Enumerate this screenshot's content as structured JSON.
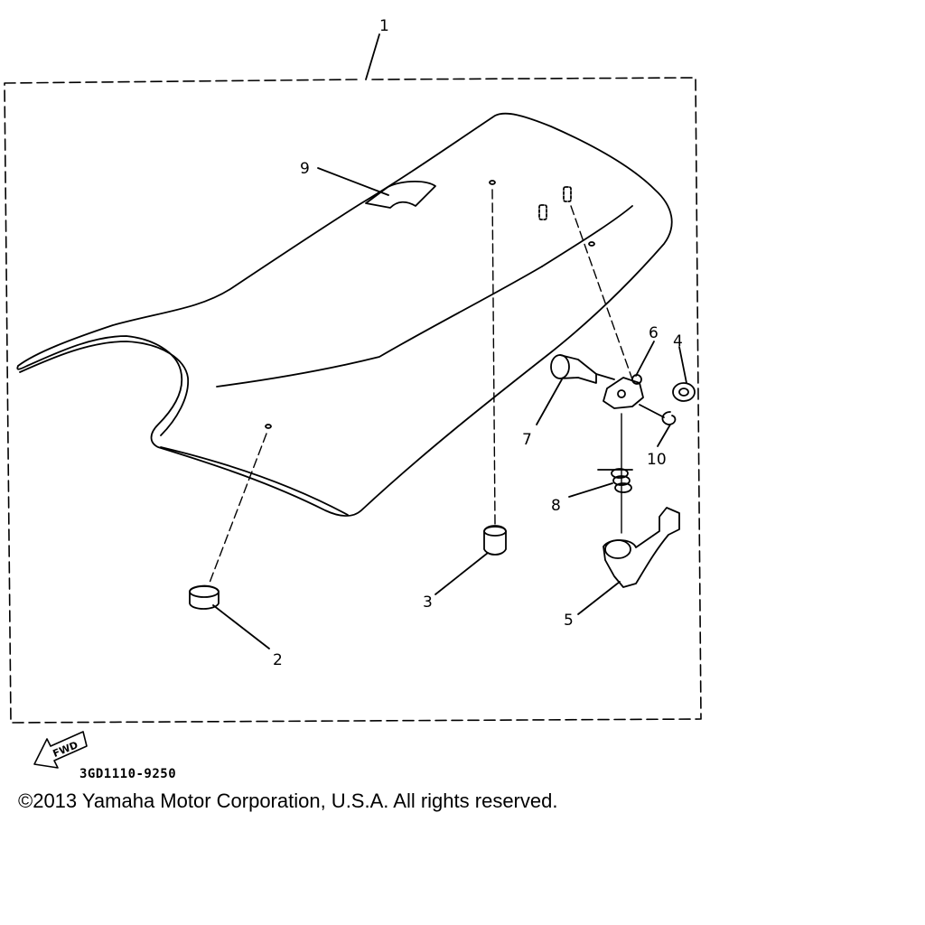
{
  "diagram": {
    "callouts": {
      "c1": "1",
      "c2": "2",
      "c3": "3",
      "c4": "4",
      "c5": "5",
      "c6": "6",
      "c7": "7",
      "c8": "8",
      "c9": "9",
      "c10": "10"
    },
    "fwd_arrow_label": "FWD",
    "part_code": "3GD1110-9250"
  },
  "footer": {
    "copyright": "©2013 Yamaha Motor Corporation, U.S.A. All rights reserved."
  }
}
